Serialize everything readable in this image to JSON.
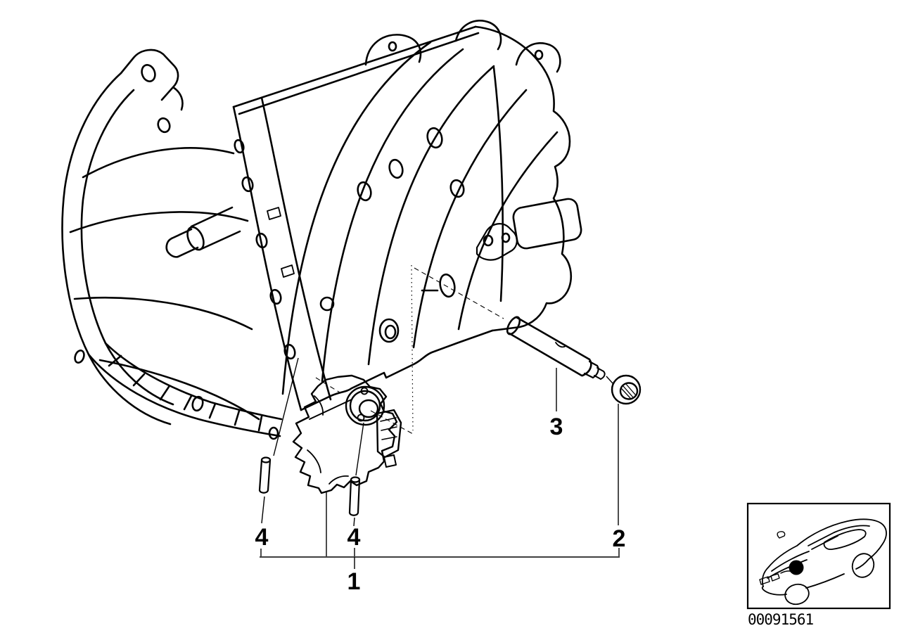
{
  "diagram": {
    "type": "exploded-parts-diagram",
    "subject": "automatic-transmission-gear-position-switch",
    "background_color": "#ffffff",
    "line_color": "#000000",
    "callouts": {
      "part1": {
        "label": "1"
      },
      "part2": {
        "label": "2"
      },
      "part3": {
        "label": "3"
      },
      "part4_left": {
        "label": "4"
      },
      "part4_right": {
        "label": "4"
      }
    }
  },
  "thumbnail": {
    "icon": "car-front-three-quarter-icon",
    "marker": "location-dot",
    "image_code": "00091561"
  }
}
